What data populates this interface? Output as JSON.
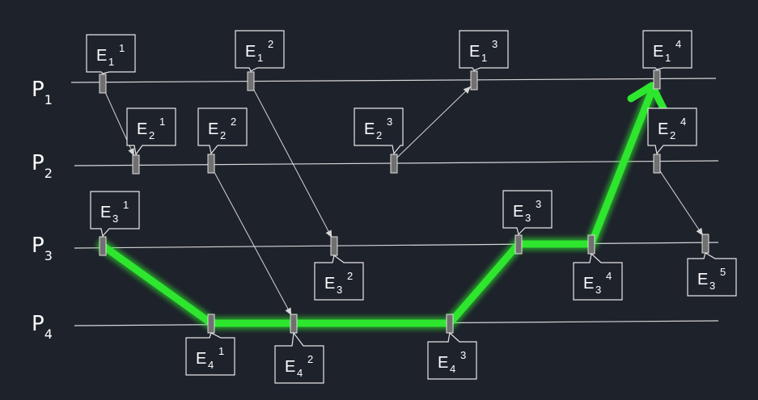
{
  "processes": [
    {
      "id": "P1",
      "letter": "P",
      "sub": "1"
    },
    {
      "id": "P2",
      "letter": "P",
      "sub": "2"
    },
    {
      "id": "P3",
      "letter": "P",
      "sub": "3"
    },
    {
      "id": "P4",
      "letter": "P",
      "sub": "4"
    }
  ],
  "events": [
    {
      "id": "e11",
      "letter": "E",
      "sub": "1",
      "sup": "1"
    },
    {
      "id": "e12",
      "letter": "E",
      "sub": "1",
      "sup": "2"
    },
    {
      "id": "e13",
      "letter": "E",
      "sub": "1",
      "sup": "3"
    },
    {
      "id": "e14",
      "letter": "E",
      "sub": "1",
      "sup": "4"
    },
    {
      "id": "e21",
      "letter": "E",
      "sub": "2",
      "sup": "1"
    },
    {
      "id": "e22",
      "letter": "E",
      "sub": "2",
      "sup": "2"
    },
    {
      "id": "e23",
      "letter": "E",
      "sub": "2",
      "sup": "3"
    },
    {
      "id": "e24",
      "letter": "E",
      "sub": "2",
      "sup": "4"
    },
    {
      "id": "e31",
      "letter": "E",
      "sub": "3",
      "sup": "1"
    },
    {
      "id": "e32",
      "letter": "E",
      "sub": "3",
      "sup": "2"
    },
    {
      "id": "e33",
      "letter": "E",
      "sub": "3",
      "sup": "3"
    },
    {
      "id": "e34",
      "letter": "E",
      "sub": "3",
      "sup": "4"
    },
    {
      "id": "e35",
      "letter": "E",
      "sub": "3",
      "sup": "5"
    },
    {
      "id": "e41",
      "letter": "E",
      "sub": "4",
      "sup": "1"
    },
    {
      "id": "e42",
      "letter": "E",
      "sub": "4",
      "sup": "2"
    },
    {
      "id": "e43",
      "letter": "E",
      "sub": "4",
      "sup": "3"
    }
  ],
  "messages": [
    {
      "from": "e11",
      "to": "e21"
    },
    {
      "from": "e12",
      "to": "e32"
    },
    {
      "from": "e22",
      "to": "e42"
    },
    {
      "from": "e23",
      "to": "e13"
    },
    {
      "from": "e24",
      "to": "e35"
    }
  ],
  "highlight_path": [
    "e31",
    "e41",
    "e42",
    "e43",
    "e33",
    "e34",
    "e14"
  ],
  "colors": {
    "background": "#1e222b",
    "line": "#d6d6d6",
    "highlight": "#2ee62e",
    "event_fill": "#707070",
    "label_border": "#e6e6e6"
  }
}
